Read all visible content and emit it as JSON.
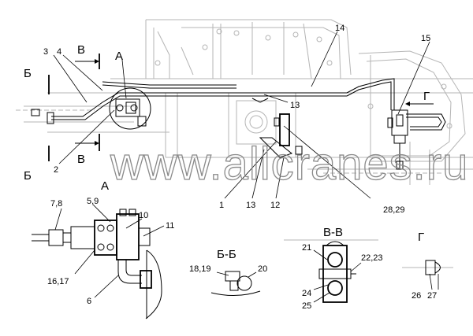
{
  "labels": {
    "l14": "14",
    "l15": "15",
    "l3": "3",
    "l4": "4",
    "lB_top": "В",
    "lA_top": "А",
    "lBe_left": "Б",
    "l13a": "13",
    "lG": "Г",
    "l2": "2",
    "lB_bot": "В",
    "lBe_bot": "Б",
    "l1": "1",
    "l13b": "13",
    "l12": "12",
    "l2829": "28,29",
    "lA_view": "А",
    "l78": "7,8",
    "l59": "5,9",
    "l10": "10",
    "l11": "11",
    "l1617": "16,17",
    "l6": "6",
    "lBeBe": "Б-Б",
    "l1819": "18,19",
    "l20": "20",
    "lBB": "В-В",
    "l21": "21",
    "l2223": "22,23",
    "l24": "24",
    "l25": "25",
    "lG_view": "Г",
    "l26": "26",
    "l27": "27"
  },
  "watermark": "www.allcranes.ru"
}
